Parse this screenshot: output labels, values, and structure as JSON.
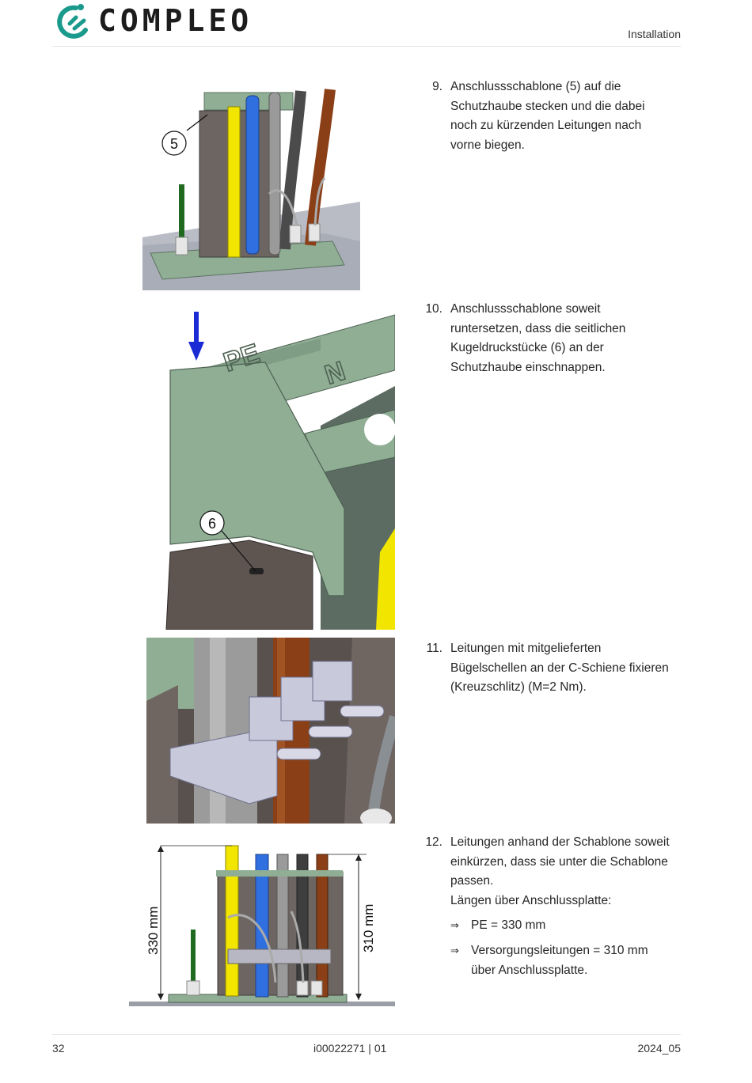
{
  "header": {
    "brand": "compleo",
    "section": "Installation"
  },
  "figures": {
    "fig1": {
      "callout": "5"
    },
    "fig2": {
      "callout": "6",
      "label_pe": "PE",
      "label_n": "N"
    },
    "fig4": {
      "dim_left": "330 mm",
      "dim_right": "310 mm"
    }
  },
  "steps": [
    {
      "number": "9.",
      "text": "Anschlussschablone (5) auf die Schutzhaube stecken und die dabei noch zu kürzenden Leitungen nach vorne biegen."
    },
    {
      "number": "10.",
      "text": "Anschlussschablone soweit runtersetzen, dass die seitlichen Kugeldruckstücke (6) an der Schutzhaube einschnappen."
    },
    {
      "number": "11.",
      "text": "Leitungen mit mitgelieferten Bügelschellen an der C-Schiene fixieren (Kreuzschlitz) (M=2 Nm)."
    },
    {
      "number": "12.",
      "text_lines": [
        "Leitungen anhand der Schablone soweit einkürzen, dass sie unter die Schablone passen.",
        "Längen über Anschlussplatte:"
      ],
      "bullets": [
        "PE = 330 mm",
        "Versorgungsleitungen = 310 mm über Anschlussplatte."
      ]
    }
  ],
  "footer": {
    "page": "32",
    "doc_id": "i00022271 | 01",
    "date": "2024_05"
  },
  "colors": {
    "accent": "#1a9a8c",
    "template_green": "#8fae94",
    "cover_brown": "#5e5450",
    "cable_blue": "#2f6fe0",
    "cable_yellow": "#f2e600",
    "cable_brown": "#8a3f16"
  }
}
